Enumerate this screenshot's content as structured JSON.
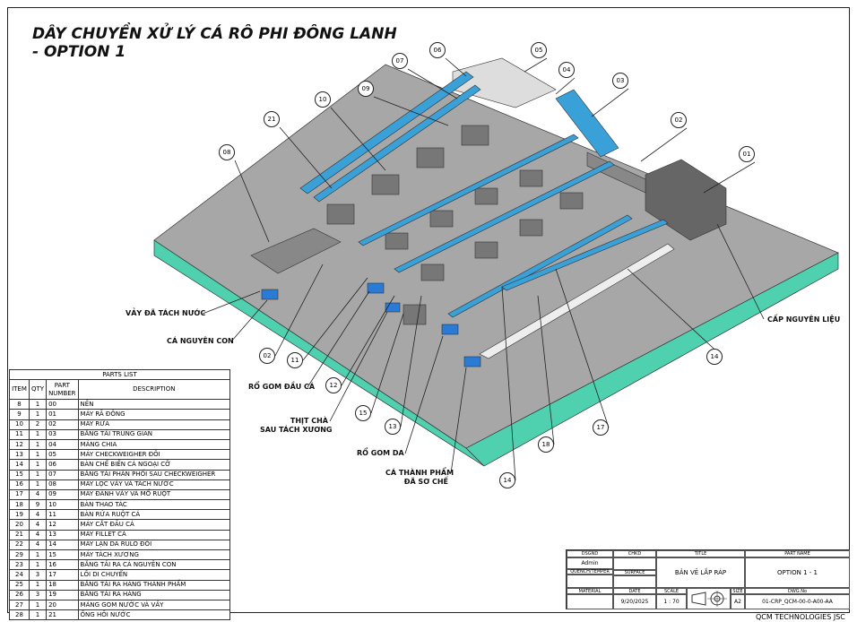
{
  "title": {
    "line1": "DÂY CHUYỀN XỬ LÝ CÁ RÔ PHI ĐÔNG LANH",
    "line2": "- OPTION 1"
  },
  "callouts": {
    "c01": "01",
    "c02": "02",
    "c03": "03",
    "c04": "04",
    "c05": "05",
    "c06": "06",
    "c07": "07",
    "c08": "08",
    "c09": "09",
    "c10": "10",
    "c21": "21",
    "c02b": "02",
    "c11": "11",
    "c12": "12",
    "c15": "15",
    "c13": "13",
    "c14": "14",
    "c14b": "14",
    "c17": "17",
    "c18": "18"
  },
  "labels": {
    "vay": "VẢY ĐÃ TÁCH NƯỚC",
    "ca_nguyen_con": "CÁ NGUYÊN CON",
    "ro_dau": "RỔ GOM ĐẦU CÁ",
    "thit_cha_1": "THỊT CHÀ",
    "thit_cha_2": "SAU TÁCH XƯƠNG",
    "ro_da": "RỔ GOM DA",
    "thanh_pham_1": "CÁ THÀNH PHẨM",
    "thanh_pham_2": "ĐÃ SƠ CHẾ",
    "cap": "CẤP NGUYÊN LIỆU"
  },
  "parts_list": {
    "title": "PARTS LIST",
    "headers": [
      "ITEM",
      "QTY",
      "PART NUMBER",
      "DESCRIPTION"
    ],
    "rows": [
      [
        "8",
        "1",
        "00",
        "NỀN"
      ],
      [
        "9",
        "1",
        "01",
        "MÁY RÃ ĐÔNG"
      ],
      [
        "10",
        "2",
        "02",
        "MÁY RỬA"
      ],
      [
        "11",
        "1",
        "03",
        "BĂNG TẢI TRUNG GIAN"
      ],
      [
        "12",
        "1",
        "04",
        "MÁNG CHIA"
      ],
      [
        "13",
        "1",
        "05",
        "MÁY CHECKWEIGHER ĐÔI"
      ],
      [
        "14",
        "1",
        "06",
        "BÀN CHẾ BIẾN CÁ NGOẠI CỠ"
      ],
      [
        "15",
        "1",
        "07",
        "BĂNG TẢI PHÂN PHỐI SAU CHECKWEIGHER"
      ],
      [
        "16",
        "1",
        "08",
        "MÁY LỌC VẢY VÀ TÁCH NƯỚC"
      ],
      [
        "17",
        "4",
        "09",
        "MÁY ĐÁNH VẢY VÀ MỔ RUỘT"
      ],
      [
        "18",
        "9",
        "10",
        "BÀN THAO TÁC"
      ],
      [
        "19",
        "4",
        "11",
        "BÀN RỬA RUỘT CÁ"
      ],
      [
        "20",
        "4",
        "12",
        "MÁY CẮT ĐẦU CÁ"
      ],
      [
        "21",
        "4",
        "13",
        "MÁY FILLET CÁ"
      ],
      [
        "22",
        "4",
        "14",
        "MÁY LẠN DA RULO ĐÔI"
      ],
      [
        "29",
        "1",
        "15",
        "MÁY TÁCH XƯƠNG"
      ],
      [
        "23",
        "1",
        "16",
        "BĂNG TẢI RA CÁ NGUYÊN CON"
      ],
      [
        "24",
        "3",
        "17",
        "LỐI DI CHUYỂN"
      ],
      [
        "25",
        "1",
        "18",
        "BĂNG TẢI RA HÀNG THÀNH PHẨM"
      ],
      [
        "26",
        "3",
        "19",
        "BĂNG TẢI RA HÀNG"
      ],
      [
        "27",
        "1",
        "20",
        "MÁNG GOM NƯỚC VÀ VẢY"
      ],
      [
        "28",
        "1",
        "21",
        "ỐNG HỒI NƯỚC"
      ]
    ]
  },
  "title_block": {
    "dsgnd_label": "DSGND",
    "dsgnd": "Admin",
    "chkd_label": "CHKD",
    "title_label": "TITLE",
    "title": "BẢN VẼ LẮP RÁP",
    "part_name_label": "PART NAME",
    "part_name": "OPTION 1 - 1",
    "quench_label": "QUENCH/TEMPER",
    "surface_label": "SURFACE",
    "material_label": "MATERIAL",
    "date_label": "DATE",
    "date": "9/20/2025",
    "scale_label": "SCALE",
    "scale": "1 : 70",
    "size_label": "SIZE",
    "size": "A2",
    "dwg_label": "DWG.No",
    "dwg": "01-CRP_QCM-00-0-A00-AA"
  },
  "company": "QCM TECHNOLOGIES JSC",
  "colors": {
    "floor": "#a9a9a9",
    "side": "#4fd1b0",
    "conveyor": "#3aa0d8",
    "basket": "#2a7bd6"
  }
}
